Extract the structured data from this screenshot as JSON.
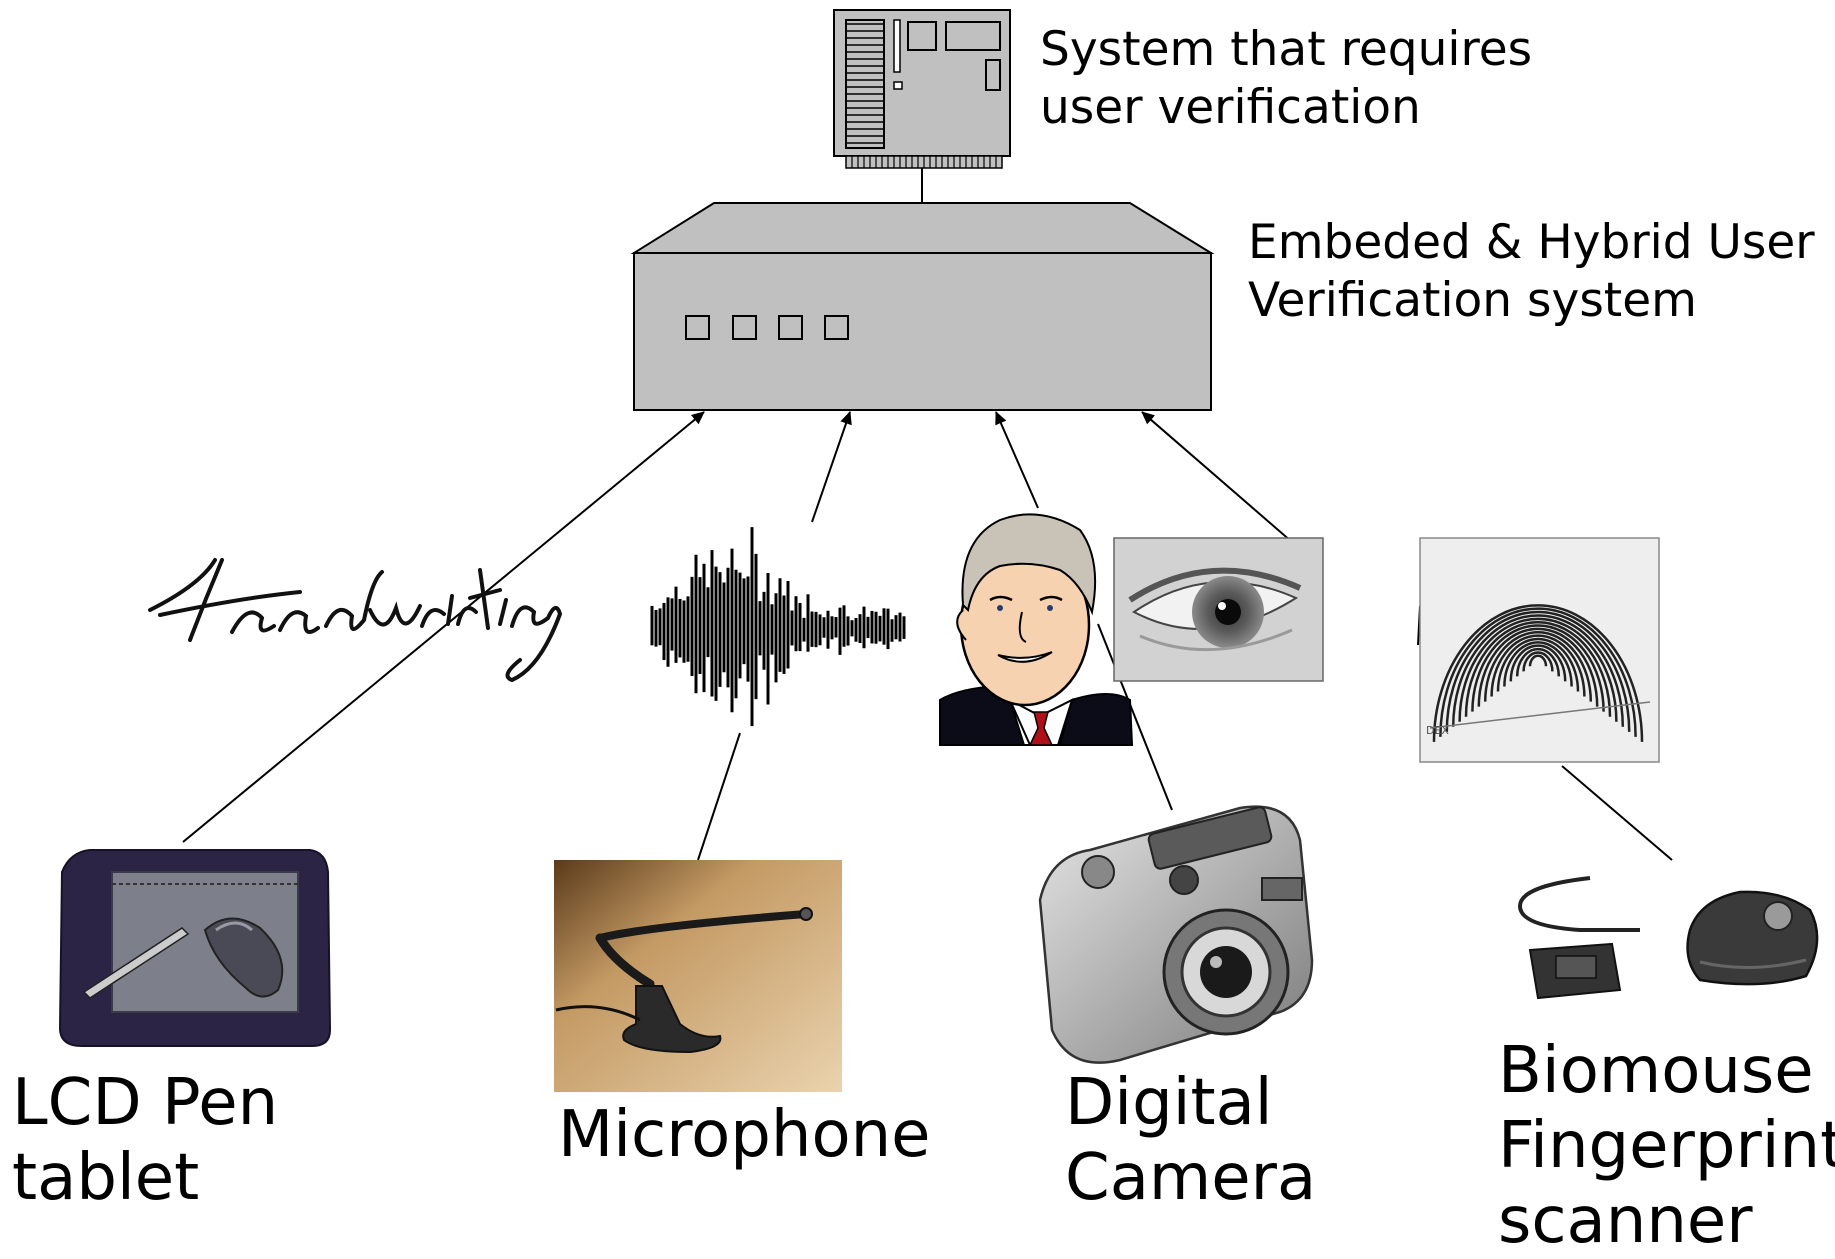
{
  "labels": {
    "system_line1": "System that requires",
    "system_line2": "user verification",
    "embedded_line1": "Embeded & Hybrid User",
    "embedded_line2": "Verification system",
    "handwriting": "Handwriting",
    "tablet_line1": "LCD Pen",
    "tablet_line2": "tablet",
    "microphone": "Microphone",
    "camera_line1": "Digital",
    "camera_line2": "Camera",
    "biomouse_line1": "Biomouse",
    "biomouse_line2": "Fingerprint",
    "biomouse_line3": "scanner"
  },
  "icons": [
    "computer-board-icon",
    "verification-box-icon",
    "handwriting-sample",
    "voice-waveform-icon",
    "face-portrait-icon",
    "eye-iris-icon",
    "fingerprint-icon",
    "pen-tablet-image",
    "microphone-image",
    "digital-camera-image",
    "biomouse-scanner-image"
  ],
  "colors": {
    "box_fill": "#c0c0c0",
    "line": "#000000",
    "tie": "#b01018",
    "skin": "#f6d2b0",
    "hair": "#c9c2b6",
    "mic_bg": "#d8b890"
  }
}
